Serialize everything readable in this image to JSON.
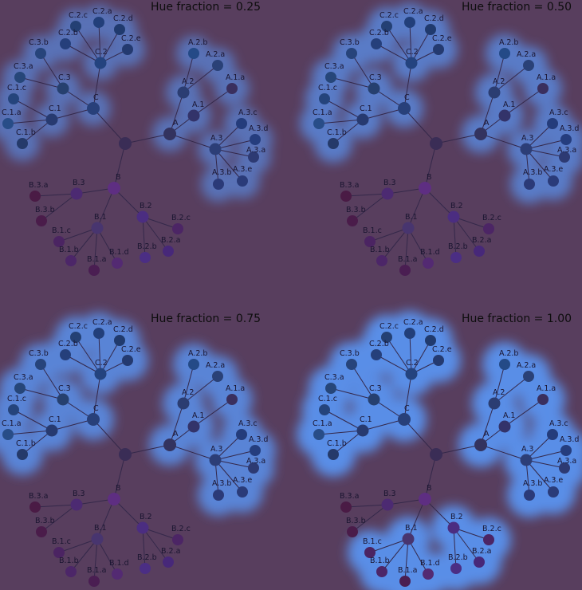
{
  "background": "#583e5e",
  "node_colors": {
    "A": "#33335f",
    "A.1": "#33336a",
    "A.1.a": "#3a2f5e",
    "A.2": "#2b3d72",
    "A.2.a": "#2a4177",
    "A.2.b": "#244a87",
    "A.3": "#2c3e77",
    "A.3.a": "#2d3a73",
    "A.3.b": "#2b3a78",
    "A.3.c": "#243c7b",
    "A.3.d": "#253d7e",
    "A.3.e": "#2a3b79",
    "B": "#5e2e82",
    "B.1": "#48356f",
    "B.1.a": "#4a1e52",
    "B.1.b": "#4c2668",
    "B.1.c": "#4b2462",
    "B.1.d": "#532a72",
    "B.2": "#4b2d81",
    "B.2.a": "#472879",
    "B.2.b": "#4b2e84",
    "B.2.c": "#4c2565",
    "B.3": "#4c2a72",
    "B.3.a": "#4a1b45",
    "B.3.b": "#4a1c4a",
    "C": "#28407a",
    "C.1": "#273a70",
    "C.1.a": "#284d88",
    "C.1.b": "#253a6a",
    "C.1.c": "#25447c",
    "C.2": "#24437f",
    "C.2.a": "#223f7a",
    "C.2.b": "#253f7b",
    "C.2.c": "#244074",
    "C.2.d": "#203a6e",
    "C.2.e": "#243a70",
    "C.3": "#26406f",
    "C.3.a": "#264679",
    "C.3.b": "#27447b",
    "root": "#3a2d56"
  },
  "labels": {
    "A": "A",
    "A.1": "A.1",
    "A.1.a": "A.1.a",
    "A.2": "A.2",
    "A.2.a": "A.2.a",
    "A.2.b": "A.2.b",
    "A.3": "A.3",
    "A.3.a": "A.3.a",
    "A.3.b": "A.3.b",
    "A.3.c": "A.3.c",
    "A.3.d": "A.3.d",
    "A.3.e": "A.3.e",
    "B": "B",
    "B.1": "B.1",
    "B.1.a": "B.1.a",
    "B.1.b": "B.1.b",
    "B.1.c": "B.1.c",
    "B.1.d": "B.1.d",
    "B.2": "B.2",
    "B.2.a": "B.2.a",
    "B.2.b": "B.2.b",
    "B.2.c": "B.2.c",
    "B.3": "B.3",
    "B.3.a": "B.3.a",
    "B.3.b": "B.3.b",
    "C": "C",
    "C.1": "C.1",
    "C.1.a": "C.1.a",
    "C.1.b": "C.1.b",
    "C.1.c": "C.1.c",
    "C.2": "C.2",
    "C.2.a": "C.2.a",
    "C.2.b": "C.2.b",
    "C.2.c": "C.2.c",
    "C.2.d": "C.2.d",
    "C.2.e": "C.2.e",
    "C.3": "C.3",
    "C.3.a": "C.3.a",
    "C.3.b": "C.3.b"
  },
  "tree": {
    "id": "root",
    "children": [
      {
        "id": "A",
        "children": [
          {
            "id": "A.1",
            "children": [
              {
                "id": "A.1.a"
              }
            ]
          },
          {
            "id": "A.2",
            "children": [
              {
                "id": "A.2.a"
              },
              {
                "id": "A.2.b"
              }
            ]
          },
          {
            "id": "A.3",
            "children": [
              {
                "id": "A.3.a"
              },
              {
                "id": "A.3.b"
              },
              {
                "id": "A.3.c"
              },
              {
                "id": "A.3.d"
              },
              {
                "id": "A.3.e"
              }
            ]
          }
        ]
      },
      {
        "id": "B",
        "children": [
          {
            "id": "B.1",
            "children": [
              {
                "id": "B.1.a"
              },
              {
                "id": "B.1.b"
              },
              {
                "id": "B.1.c"
              },
              {
                "id": "B.1.d"
              }
            ]
          },
          {
            "id": "B.2",
            "children": [
              {
                "id": "B.2.a"
              },
              {
                "id": "B.2.b"
              },
              {
                "id": "B.2.c"
              }
            ]
          },
          {
            "id": "B.3",
            "children": [
              {
                "id": "B.3.a"
              },
              {
                "id": "B.3.b"
              }
            ]
          }
        ]
      },
      {
        "id": "C",
        "children": [
          {
            "id": "C.1",
            "children": [
              {
                "id": "C.1.a"
              },
              {
                "id": "C.1.b"
              },
              {
                "id": "C.1.c"
              }
            ]
          },
          {
            "id": "C.2",
            "children": [
              {
                "id": "C.2.a"
              },
              {
                "id": "C.2.b"
              },
              {
                "id": "C.2.c"
              },
              {
                "id": "C.2.d"
              },
              {
                "id": "C.2.e"
              }
            ]
          },
          {
            "id": "C.3",
            "children": [
              {
                "id": "C.3.a"
              },
              {
                "id": "C.3.b"
              }
            ]
          }
        ]
      }
    ]
  },
  "panels": [
    {
      "title": "Hue fraction = 0.25",
      "hue_fraction": 0.25
    },
    {
      "title": "Hue fraction = 0.50",
      "hue_fraction": 0.5
    },
    {
      "title": "Hue fraction = 0.75",
      "hue_fraction": 0.75
    },
    {
      "title": "Hue fraction = 1.00",
      "hue_fraction": 1.0
    }
  ]
}
